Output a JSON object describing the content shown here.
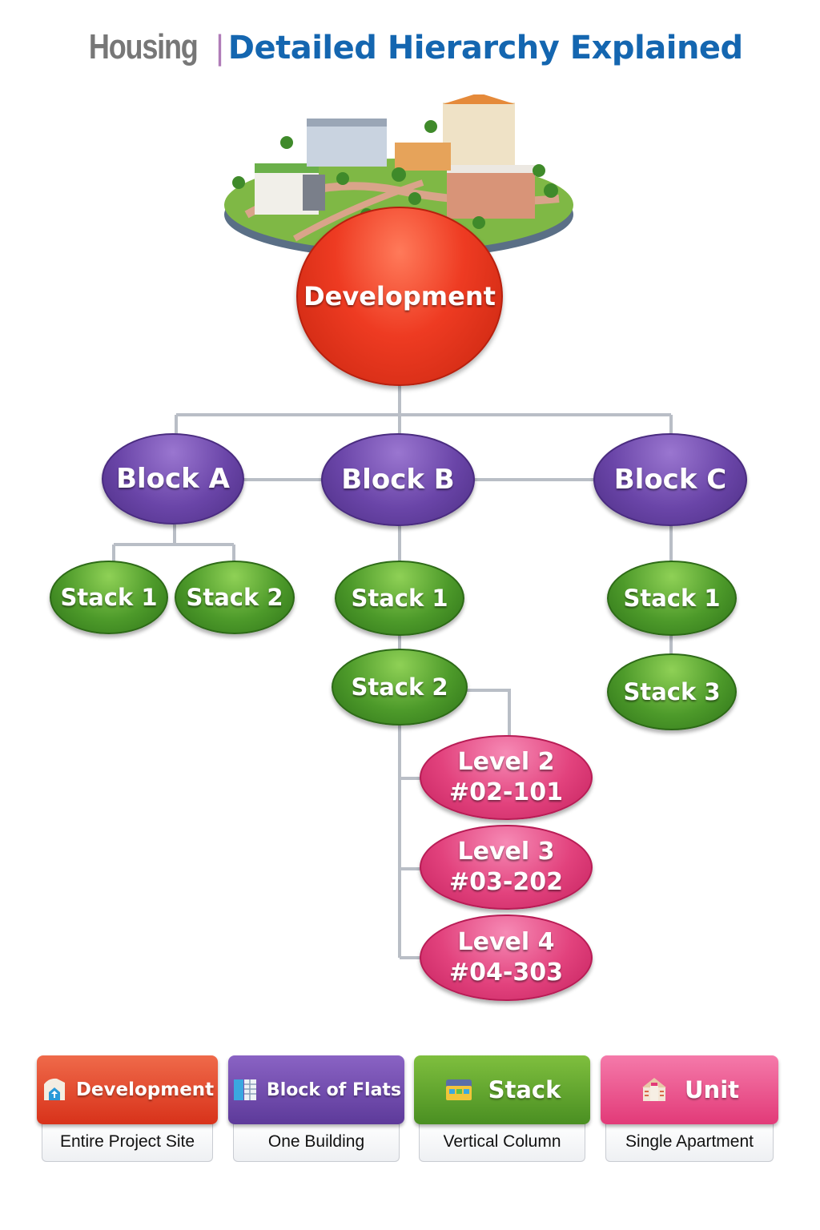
{
  "title": {
    "prefix": "Housing",
    "separator": "|",
    "main": "Detailed Hierarchy Explained"
  },
  "tree": {
    "development": "Development",
    "blocks": [
      {
        "label": "Block A",
        "stacks": [
          "Stack 1",
          "Stack 2"
        ]
      },
      {
        "label": "Block B",
        "stacks": [
          "Stack 1",
          "Stack 2"
        ],
        "units": [
          {
            "level": "Level 2",
            "unit": "#02-101"
          },
          {
            "level": "Level 3",
            "unit": "#03-202"
          },
          {
            "level": "Level 4",
            "unit": "#04-303"
          }
        ]
      },
      {
        "label": "Block C",
        "stacks": [
          "Stack 1",
          "Stack 3"
        ]
      }
    ]
  },
  "legend": [
    {
      "label": "Development",
      "description": "Entire Project Site",
      "color": "#e03a20",
      "icon": "site-plan-icon"
    },
    {
      "label": "Block of Flats",
      "description": "One Building",
      "color": "#6a45a8",
      "icon": "building-icon"
    },
    {
      "label": "Stack",
      "description": "Vertical Column",
      "color": "#4d9a2a",
      "icon": "stack-icon"
    },
    {
      "label": "Unit",
      "description": "Single Apartment",
      "color": "#e2427d",
      "icon": "house-icon"
    }
  ],
  "colors": {
    "connector": "#b9bec6",
    "title_prefix": "#777777",
    "title_main": "#1466b0"
  }
}
